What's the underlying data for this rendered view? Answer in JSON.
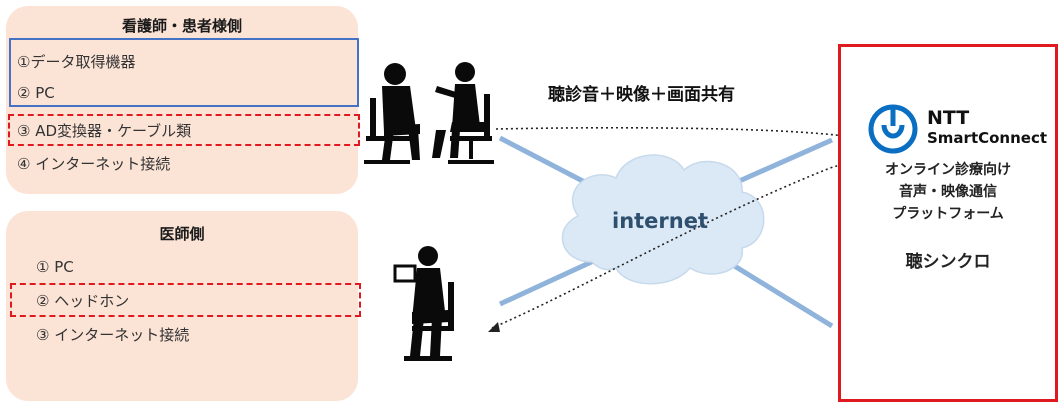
{
  "nurse_panel": {
    "title": "看護師・患者様側",
    "items": [
      "①データ取得機器",
      "② PC",
      "③ AD変換器・ケーブル類",
      "④ インターネット接続"
    ]
  },
  "doctor_panel": {
    "title": "医師側",
    "items": [
      "① PC",
      "② ヘッドホン",
      "③ インターネット接続"
    ]
  },
  "caption": "聴診音＋映像＋画面共有",
  "cloud_label": "internet",
  "service": {
    "logo_line1": "NTT",
    "logo_line2": "SmartConnect",
    "desc_line1": "オンライン診療向け",
    "desc_line2": "音声・映像通信",
    "desc_line3": "プラットフォーム",
    "product": "聴シンクロ"
  },
  "colors": {
    "panel_bg": "#fbe3d6",
    "highlight_blue": "#4472c4",
    "highlight_red": "#e0191e",
    "link_line": "#8fb3db",
    "cloud_fill": "#dbe9f6",
    "logo_blue": "#0a6fc2"
  },
  "icons": [
    "patient-silhouette-icon",
    "nurse-silhouette-icon",
    "doctor-silhouette-icon",
    "cloud-icon",
    "ntt-logo-icon"
  ]
}
